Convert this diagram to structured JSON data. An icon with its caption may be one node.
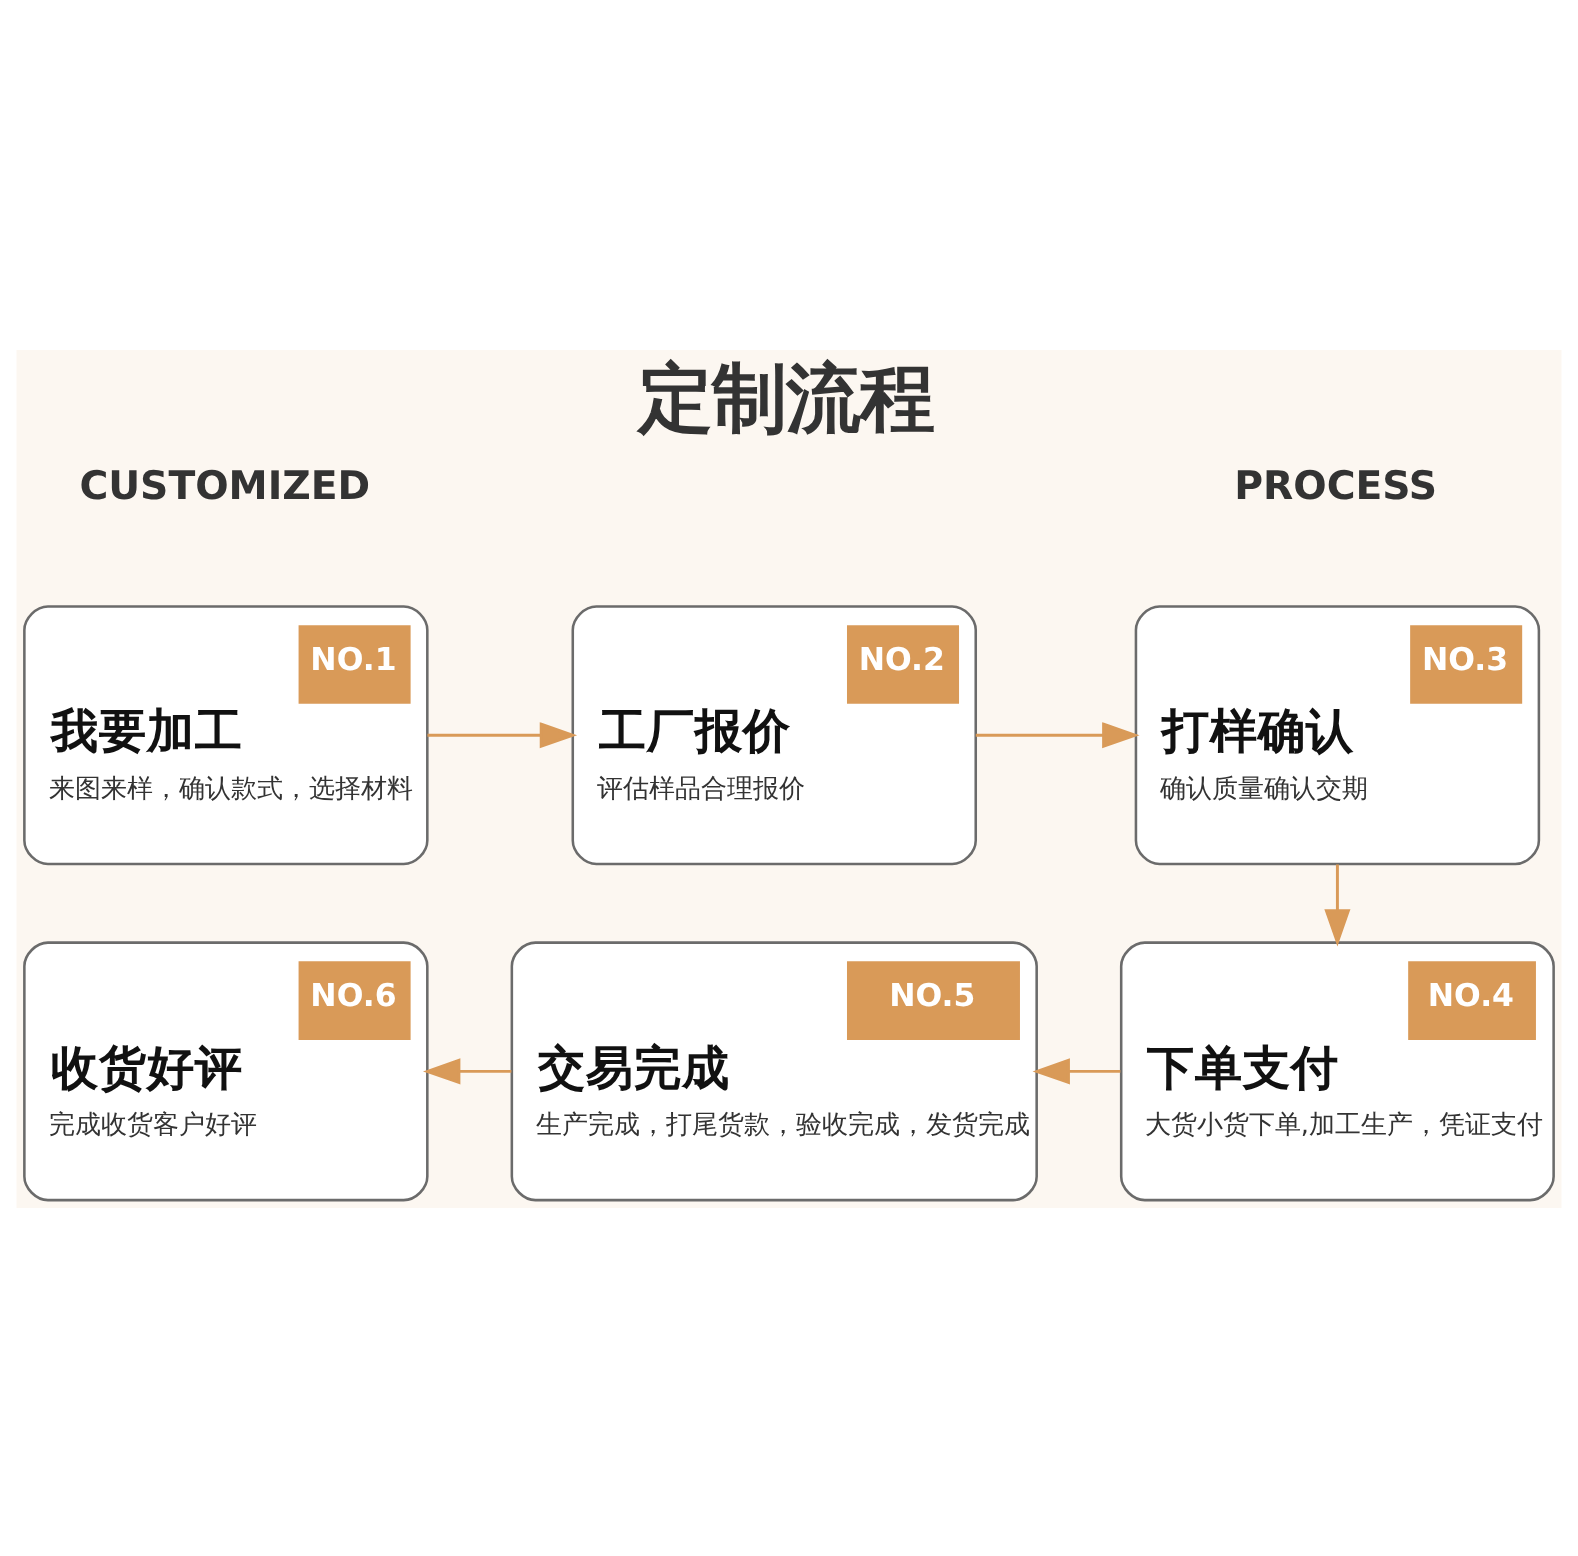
{
  "diagram": {
    "title": "定制流程",
    "nodes": [
      {
        "text": [
          "NO.1",
          "我要加工",
          "来图来样，确认款式，选择材料"
        ]
      },
      {
        "text": [
          "NO.2",
          "工厂报价",
          "评估样品合理报价"
        ]
      },
      {
        "text": [
          "NO.3",
          "打样确认",
          "确认质量确认交期"
        ]
      },
      {
        "text": [
          "NO.4",
          "下单支付",
          "大货小货下单,加工生产，凭证支付"
        ]
      },
      {
        "text": [
          "NO.5",
          "交易完成",
          "生产完成，打尾货款，验收完成，发货完成"
        ]
      },
      {
        "text": [
          "NO.6",
          "收货好评",
          "完成收货客户好评"
        ]
      }
    ],
    "edges": [
      {
        "from": 0,
        "to": 1,
        "arrow": "to"
      },
      {
        "from": 1,
        "to": 2,
        "arrow": "to"
      },
      {
        "from": 2,
        "to": 3,
        "arrow": "to"
      },
      {
        "from": 3,
        "to": 4,
        "arrow": "to"
      },
      {
        "from": 4,
        "to": 5,
        "arrow": "to"
      }
    ],
    "labels": [
      "CUSTOMIZED",
      "PROCESS"
    ]
  }
}
